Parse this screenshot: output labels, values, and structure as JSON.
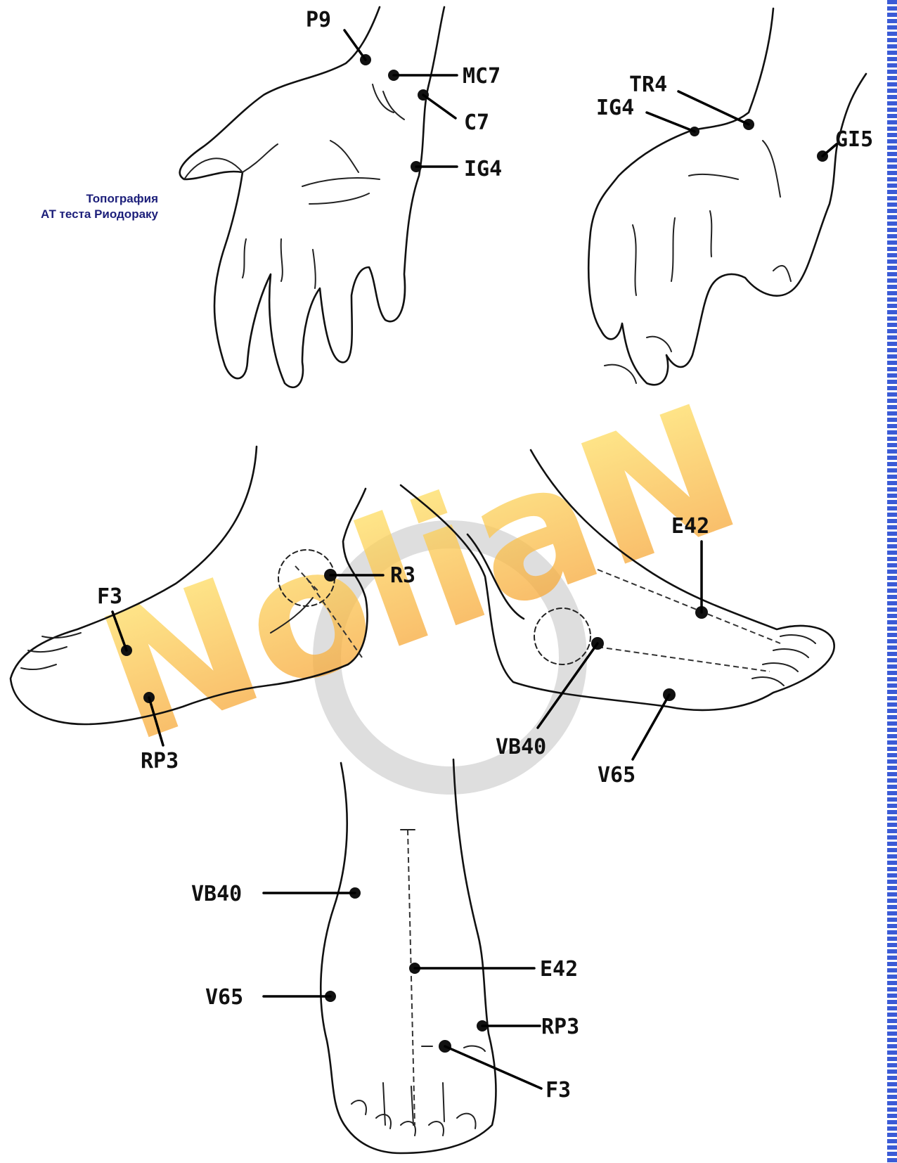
{
  "caption": {
    "line1": "Топография",
    "line2": "АТ теста Риодораку"
  },
  "watermark": {
    "text": "NoliaN",
    "colors": {
      "top": "#ffe86a",
      "bottom": "#f59a2e",
      "circle": "#c8c8c8"
    }
  },
  "points": {
    "palm": [
      "P9",
      "MC7",
      "C7",
      "IG4"
    ],
    "back_of_hand": [
      "TR4",
      "IG4",
      "GI5"
    ],
    "medial_foot": [
      "F3",
      "RP3",
      "R3"
    ],
    "lateral_foot": [
      "E42",
      "VB40",
      "V65"
    ],
    "dorsal_foot": [
      "VB40",
      "E42",
      "V65",
      "RP3",
      "F3"
    ]
  },
  "colors": {
    "ink": "#111111",
    "caption": "#1c1f7a",
    "border": "#3b5bd6"
  }
}
